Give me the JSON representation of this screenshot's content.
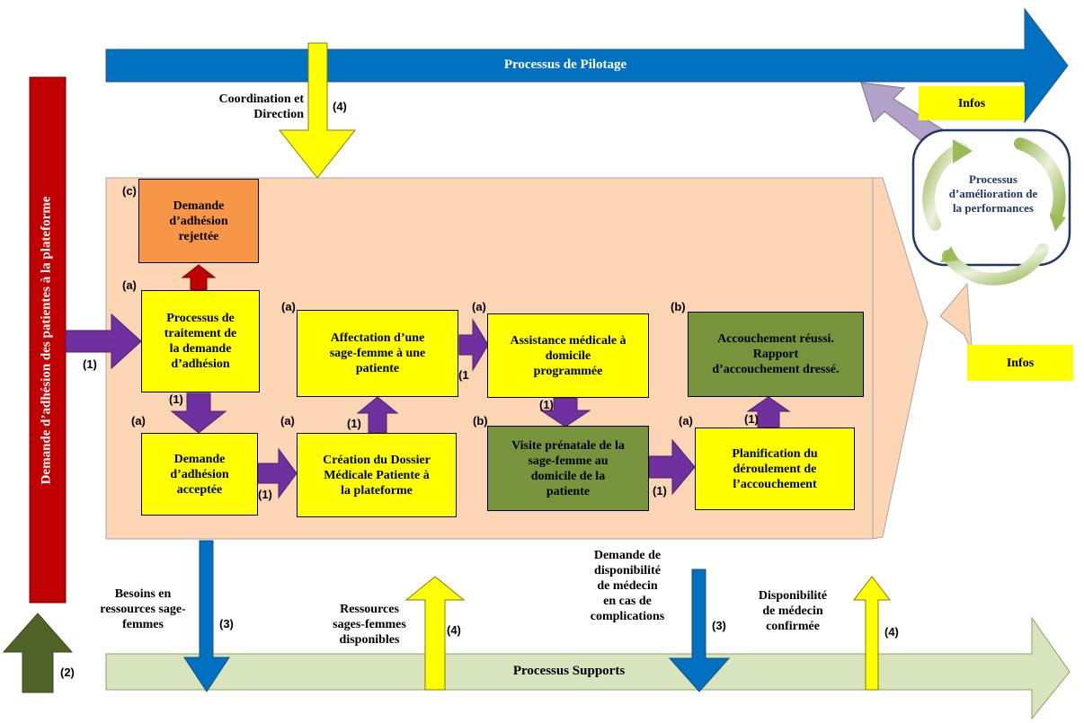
{
  "pilotage": {
    "label": "Processus de Pilotage",
    "coordination_label": "Coordination et\nDirection",
    "step": "(4)"
  },
  "supports": {
    "label": "Processus Supports"
  },
  "left_bar": {
    "label": "Demande d’adhésion des patientes à la plateforme"
  },
  "bottom_left_arrow": {
    "step": "(2)"
  },
  "entry_arrow": {
    "step": "(1)"
  },
  "improvement": {
    "label": "Processus\nd’amélioration de\nla performances"
  },
  "infos_top": {
    "label": "Infos"
  },
  "infos_right": {
    "label": "Infos"
  },
  "boxes": {
    "rejected": {
      "tag": "(c)",
      "label": "Demande\nd’adhésion\nrejettée"
    },
    "processing": {
      "tag": "(a)",
      "label": "Processus de\ntraitement de\nla demande\nd’adhésion"
    },
    "accepted": {
      "tag": "(a)",
      "label": "Demande\nd’adhésion\nacceptée"
    },
    "dossier": {
      "tag": "(a)",
      "label": "Création du Dossier\nMédicale Patiente à\nla plateforme"
    },
    "affectation": {
      "tag": "(a)",
      "label": "Affectation d’une\nsage-femme à une\npatiente"
    },
    "assistance": {
      "tag": "(a)",
      "label": "Assistance médicale à\ndomicile\nprogrammée"
    },
    "visite": {
      "tag": "(b)",
      "label": "Visite prénatale de la\nsage-femme au\ndomicile de la\npatiente"
    },
    "planification": {
      "tag": "(a)",
      "label": "Planification du\ndéroulement de\nl’accouchement"
    },
    "accouchement": {
      "tag": "(b)",
      "label": "Accouchement réussi.\nRapport\nd’accouchement dressé."
    }
  },
  "flow_steps": {
    "processing_to_accepted": "(1)",
    "accepted_to_dossier": "(1)",
    "dossier_to_affectation": "(1)",
    "affectation_to_assistance": "(1",
    "assistance_to_visite": "(1)",
    "visite_to_planification": "(1)",
    "planification_to_accouchement": "(1)"
  },
  "support_flows": [
    {
      "label": "Besoins en\nressources sage-\nfemmes",
      "step": "(3)"
    },
    {
      "label": "Ressources\nsages-femmes\ndisponibles",
      "step": "(4)"
    },
    {
      "label": "Demande de\ndisponibilité\nde médecin\nen cas de\ncomplications",
      "step": "(3)"
    },
    {
      "label": "Disponibilité\nde médecin\nconfirmée",
      "step": "(4)"
    }
  ],
  "colors": {
    "pilotage": "#0070c0",
    "supports": "#d7e4bd",
    "left_bar": "#c00000",
    "box_yellow": "#ffff00",
    "box_green": "#77933c",
    "box_orange": "#f79646",
    "flow_arrow": "#7030a0",
    "area": "#fcd5b4"
  }
}
